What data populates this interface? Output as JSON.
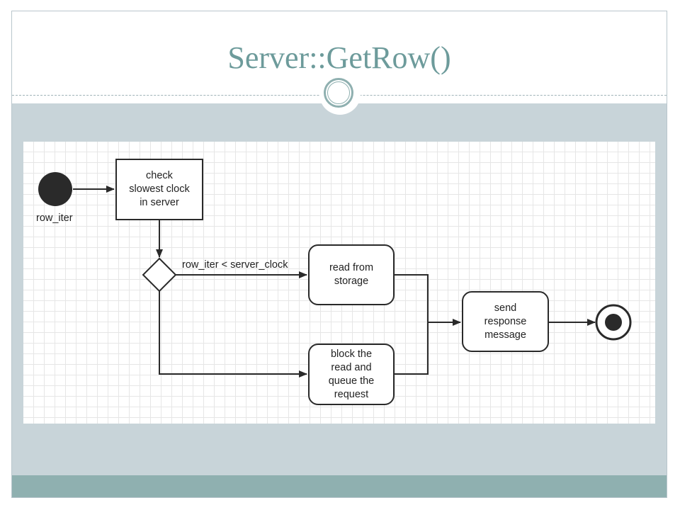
{
  "slide": {
    "title": "Server::GetRow()"
  },
  "diagram": {
    "start_label": "row_iter",
    "condition_label": "row_iter < server_clock",
    "nodes": {
      "check": "check\nslowest clock\nin server",
      "read": "read from\nstorage",
      "block": "block the\nread and\nqueue the\nrequest",
      "send": "send\nresponse\nmessage"
    }
  },
  "colors": {
    "title": "#6d9b9b",
    "content_background": "#c8d4d9",
    "footer_band": "#8fb0b0",
    "line": "#2a2a2a"
  }
}
